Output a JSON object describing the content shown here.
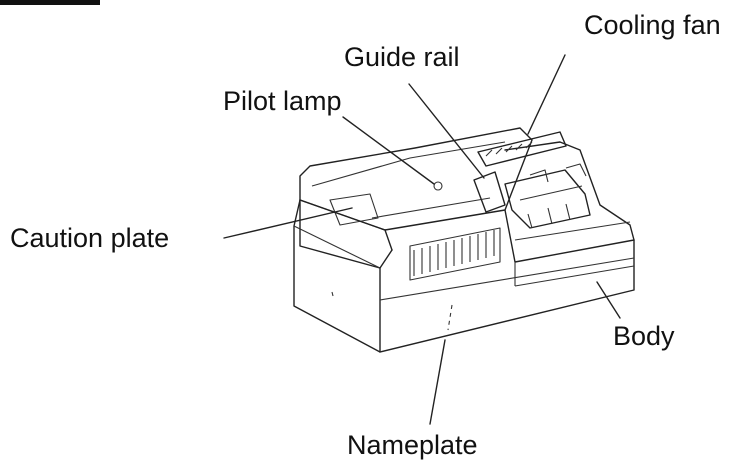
{
  "labels": {
    "cooling_fan": "Cooling fan",
    "guide_rail": "Guide rail",
    "pilot_lamp": "Pilot lamp",
    "caution_plate": "Caution plate",
    "body": "Body",
    "nameplate": "Nameplate"
  }
}
